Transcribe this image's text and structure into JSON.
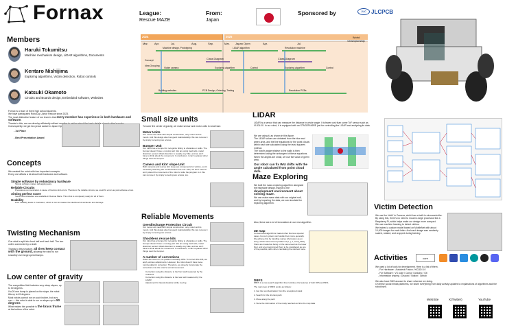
{
  "header": {
    "title": "Fornax",
    "league_label": "League:",
    "league_value": "Rescue MAZE",
    "from_label": "From:",
    "from_value": "Japan",
    "sponsor_label": "Sponsored by",
    "sponsor_name": "JLCPCB",
    "sponsor_mark": "JLC"
  },
  "members": {
    "heading": "Members",
    "list": [
      {
        "name": "Haruki Tokumitsu",
        "role": "Machine mechanism design, LiDAR algorithms, Documents"
      },
      {
        "name": "Kentaro Nishijima",
        "role": "Exploring algorithms, Victim detection,  Robot controls"
      },
      {
        "name": "Katsuki Okamoto",
        "role": "Circuits and Boards design, Embedded software, Websites"
      }
    ],
    "intro_1": "Fornax is a team of three high school students.",
    "intro_2": "We have participated RoboCup Junior Rescue since 2023.",
    "intro_3a": "The most distinctive feature of our team is that ",
    "intro_3b": "every member has experience in both hardware and software.",
    "intro_4": "Thanks to this, we can develop efficiently without needing to asking about the basic details of each other's works.",
    "intro_5": "Consequently, we got two proud award in Japan Open 2025 :",
    "award_1": "- 1st Place",
    "award_2": "- Best Presentation Award"
  },
  "concepts": {
    "heading": "Concepts",
    "intro_1": "We created the robot with four important concepts.",
    "intro_2": "Every one affects a lot about both hardware and software.",
    "items": [
      {
        "title": "Simple software by redundancy hardware",
        "desc": "Simple software makes debugging easy."
      },
      {
        "title": "Reliable Circuits",
        "desc": "Precarious communication is cause of hard-to-find errors. Thanks to the reliable circuits, we could fix errors as just software errors."
      },
      {
        "title": "Aiming perfect score",
        "desc": "Some hard obstacles are avaliable in Rescue Maze. This robot is completely ready for all of them."
      },
      {
        "title": "Usability",
        "desc": "Poor usability leads to frustration, which in turn increases the likelihood of accidents and damage."
      }
    ]
  },
  "twisting": {
    "heading": "Twisting Mechanism",
    "t1": "Our robot is split into front half and back half. The two unit is connected by a shaft.",
    "t2a": "Thanks to this structure, ",
    "t2b": "all tires keep contact with the ground,",
    "t2c": " allowing the robot to run smoothly over large speed bumps."
  },
  "gravity": {
    "heading": "Low center of gravity",
    "t1": "The competition field includes very steep slopes, up to 30 degrees.",
    "t2": "If a 20 mm bump is placed on the slope, the robot tilts up to 45 degrees.",
    "t3": "Most robots cannot run on such incline, but ours can — this robot is able to run on slopes up to ",
    "t3b": "50 degrees",
    "t4": "What makes this possible is ",
    "t4b": "the brass frame",
    "t4c": " at the bottom of the robot."
  },
  "timeline": {
    "year_a": "2024",
    "year_b": "2025",
    "months_a": [
      "Mar.",
      "Apr.",
      "Jul.",
      "Aug.",
      "Sep.",
      "Mar."
    ],
    "months_b": [
      "Japan Open",
      "Apr.",
      "Jul."
    ],
    "world": "World Championship",
    "row_labels": [
      "Machine design, Prototyping",
      "LiDAR algorithm",
      "Revolution machine"
    ],
    "row2": [
      "Concept",
      "Idea Grouping",
      "Class Diagram",
      "Class Diagram"
    ],
    "row3": [
      "Victim camera",
      "Exploring algorithm",
      "Control",
      "Exploring algorithm",
      "Control"
    ],
    "row4": [
      "Building websites",
      "PCB Design, Ordering, Testing",
      "Revolution PCBs"
    ]
  },
  "small": {
    "heading": "Small size units",
    "intro": "To lower the center of gravity, we make sensor and motor units in small size.",
    "motor_title": "Motor Units",
    "motor_desc": "Our motor unit made with simple construction, only motor and its mount. And this design also has good maintainability. We can remove it by simply removing two screws.",
    "bumper_title": "Bumper Unit",
    "bumper_desc": "Our robot has a bumper for recognize hitting to obstacles or walls. The bumper doesn't have a moving part. We are using load cells, metal distortion sensor. Metal distortion is usually very little, and we don't have to think about the movement. In conclusion, it can be placed other things near the bumper.",
    "camera_title": "Camera and Kits' slope Unit",
    "camera_desc": "Both cameras and rescue kits' slope are components for victims, so it's necessary that they are combined into one unit. Also, we don't need to worry about the movement of the robot to write the program to it. We can remove it by simply removing two screws, too."
  },
  "reliable": {
    "heading": "Reliable Movements",
    "over_title": "Overdischarge Protection Circuit",
    "over_desc": "Our motor unit made with simple construction, only motor and its mount. And this design also has good maintainability. We can remove it by simply removing two screws.",
    "shock_title": "Shockless rescue kits",
    "shock_desc": "Our robot has a bumper for recognize hitting to obstacles or walls. The bumper doesn't have a moving part. We are using load cells, metal distortion sensor. Metal distortion is usually very little, and we don't have to think about the movement. In conclusion, it can be placed other things near the bumper.",
    "num_title": "A number of corrections",
    "num_desc": "When the robot run, its position inevitably drifts. To correct this drift, we apply various adjustments. However, the robot doesn't have loose running data for correction. Therefore, we cleverly incorporate the corrections into the robot's normal movement.",
    "num_list": [
      "Correction using the distance to the front wall measured by the VL53L0X",
      "Correction using the distance to the rear wall measured by the LiDAR",
      "Adjustment for lateral deviation while moving"
    ]
  },
  "lidar": {
    "heading": "LiDAR",
    "t1": "LiDAR is a sensor that can measure the distance in whole angle. It is fewer cost than some ToF sensor such as VL53L0X. In our robot, it is equipped with an STM32F446RE just for controlling the LiDAR and analyzing its data.",
    "t2": "We are using it, as shown in this figure.",
    "t3": "The LiDAR values are obtained from the blue and green area, and the line equations for the point clouds within each are calculated using the least squares method.",
    "t4": "The robot's angle relative to the walls is then determined using the arctangent of these equations. When the angles are small, we use the value of green area.",
    "t5": "Our robot can fix IMU drifts with the angle calculated from point cloud data."
  },
  "maze": {
    "heading": "Maze Exploring",
    "t1": "We built the maze-exploring algorithm alongside the hardware design, thanks to the ",
    "t1b": "development environment about solving maze.",
    "t2": "We can make maze data with our original soft, and by importing the data, we can simulate the exploring algorithm.",
    "t3": "Also, these are a lot of innovations in our new algorithm.",
    "map_title": "3D map",
    "map_desc": "Conventional algorithms treated other floors as special cases, but our system can handle them more generally. We achieve this by handling mazes information as an array, which have current position of [x, y, z, sand_data]. Stairs are treated as being on the same level as the lower floor, and are programmed them to be considered as one of the possible paths when calculating the shortest route.",
    "dbfs_title": "DBFS",
    "dbfs_desc": "DBFS is a new search algorithm that combines the features of both DFS and BFS.",
    "dbfs_loop": "The main loop of DBFS works as follows:",
    "dbfs_steps": [
      "1. Get the next destination from the unexplored stack",
      "2. Search for the shortest path",
      "3. Move along the path",
      "4. Store the information of the newly reached cell into the map data"
    ]
  },
  "victim": {
    "heading": "Victim Detection",
    "t1": "We use the UnitV in Camera, which has a built-in microcontroller. By using this, there's no need to mount a large processor like a Raspberry Pi, which helps make our design more compact.",
    "t2": "We use machine learning to detect victims.",
    "t3": "We trained a custom model based on MobileNet with about 10,000 images for each letter. And each image was randomly scaled, rotated, and cropped during training."
  },
  "activities": {
    "heading": "Activities",
    "core_label": "core",
    "t1": "We used a lot of tools for development. Here is a list of them.",
    "tools": [
      "- For Hardware  : Autodesk Fusion / KiCAD 8.0",
      "- For Software  : VS code / Cursor / Arduino / Git",
      "- Information sharing : Discord / Notion / Github"
    ],
    "t2": "We also have SNS account to share what are we doing.",
    "t3": "On these social media platforms, we share everything from daily activity updates to explanations of algorithms and the robot itself.",
    "sns": [
      "WebSite",
      "X(Twitter)",
      "YouTube"
    ]
  },
  "colors": {
    "accent_orange": "#f2a65a",
    "flag_red": "#c8102e",
    "sponsor_blue": "#1d4ea3",
    "bar_green": "#1f9e3a",
    "bar_purple": "#6b3fa0"
  }
}
